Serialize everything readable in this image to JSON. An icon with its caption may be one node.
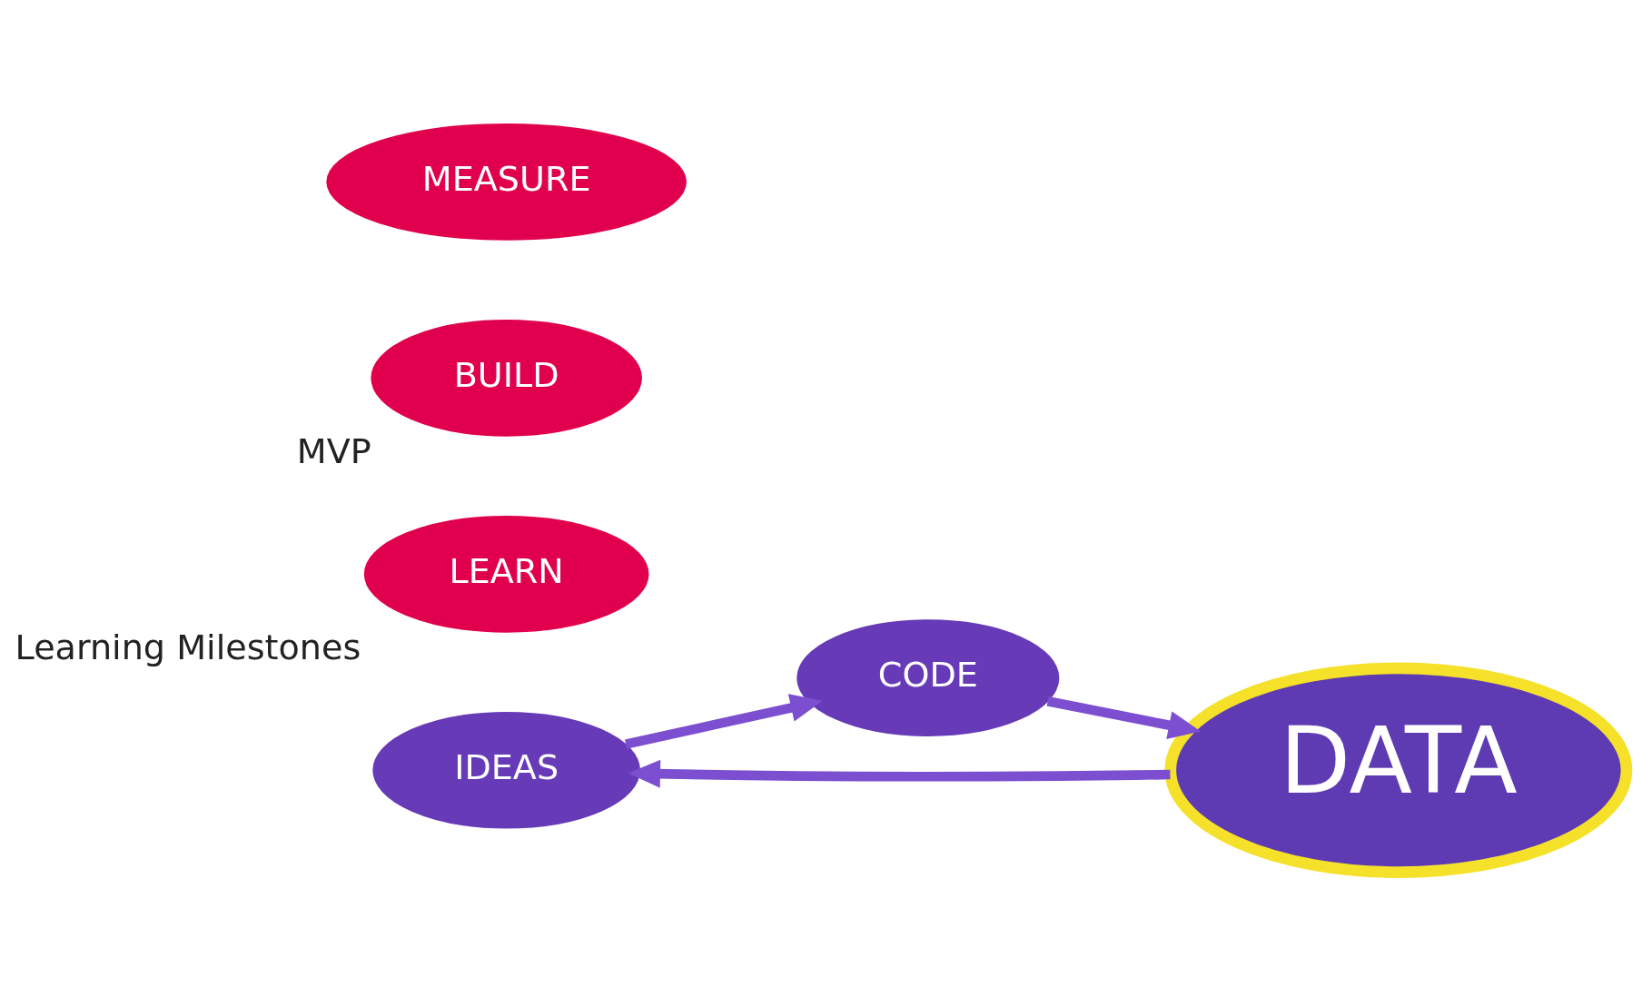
{
  "diagram": {
    "nodes": [
      {
        "text": [
          "IDEAS"
        ]
      },
      {
        "text": [
          "LEARN"
        ],
        "beside": [
          "Learning Milestones"
        ]
      },
      {
        "text": [
          "BUILD"
        ],
        "beside": [
          "MVP"
        ]
      },
      {
        "text": [
          "DATA"
        ]
      },
      {
        "text": [
          "CODE"
        ]
      },
      {
        "text": [
          "MEASURE"
        ]
      }
    ],
    "edges": [
      {
        "from": 0,
        "to": 4,
        "arrow": "to"
      },
      {
        "from": 4,
        "to": 3,
        "arrow": "to"
      },
      {
        "from": 3,
        "to": 0,
        "arrow": "to"
      }
    ]
  }
}
